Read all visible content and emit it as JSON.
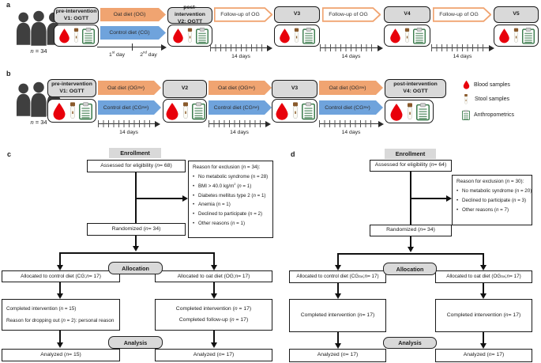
{
  "colors": {
    "oat_arrow": "#f0a471",
    "control_arrow": "#6fa3dc",
    "followup_border": "#f0a471",
    "box_gray": "#d9d9d9",
    "blood_red": "#e8000b",
    "person_gray": "#3f3f3f",
    "cap_brown": "#8a5a2b",
    "clipboard_green": "#3e7d4f"
  },
  "legend": {
    "items": [
      {
        "icon": "blood-drop-icon",
        "label": "Blood samples"
      },
      {
        "icon": "stool-tube-icon",
        "label": "Stool samples"
      },
      {
        "icon": "clipboard-icon",
        "label": "Anthropometrics"
      }
    ]
  },
  "panel_a": {
    "label": "a",
    "n_text": "n = 34",
    "pre_line1": "pre-intervention",
    "pre_line2": "V1: OGTT",
    "oat_diet": "Oat diet (OG)",
    "control_diet": "Control diet (CG)",
    "post_line1": "post-intervention",
    "post_line2": "V2: OGTT",
    "followup": "Follow-up of OG",
    "v3": "V3",
    "v4": "V4",
    "v5": "V5",
    "day1": "1^st day",
    "day2": "2^nd day",
    "days14": "14 days"
  },
  "panel_b": {
    "label": "b",
    "n_text": "n = 34",
    "pre_line1": "pre-intervention",
    "pre_line2": "V1: OGTT",
    "oat_diet": "Oat diet (OG^Sw)",
    "control_diet": "Control diet (CG^Sw)",
    "v2": "V2",
    "v3": "V3",
    "post_line1": "post-intervention",
    "post_line2": "V4: OGTT",
    "days14": "14 days"
  },
  "panel_c": {
    "label": "c",
    "enrollment": "Enrollment",
    "assessed": "Assessed for eligibility (n = 68)",
    "exclusion_title": "Reason for exclusion (n = 34):",
    "exclusion_items": [
      "No metabolic syndrome (n = 28)",
      "BMI > 40.0 kg/m^2 (n = 1)",
      "Diabetes mellitus type 2 (n = 1)",
      "Anemia (n = 1)",
      "Declined to participate (n = 2)",
      "Other reasons (n = 1)"
    ],
    "randomized": "Randomized (n = 34)",
    "allocation": "Allocation",
    "alloc_left": "Allocated to control diet (CG; n = 17)",
    "alloc_right": "Allocated to oat diet (OG; n = 17)",
    "left_lines": [
      "Completed intervention (n = 15)",
      "Reason for dropping out (n = 2): personal reason"
    ],
    "right_lines": [
      "Completed intervention (n = 17)",
      "Completed follow-up (n = 17)"
    ],
    "analysis": "Analysis",
    "analyzed_left": "Analyzed (n = 15)",
    "analyzed_right": "Analyzed (n = 17)"
  },
  "panel_d": {
    "label": "d",
    "enrollment": "Enrollment",
    "assessed": "Assessed for eligibility (n = 64)",
    "exclusion_title": "Reason for exclusion (n = 30):",
    "exclusion_items": [
      "No metabolic syndrome (n = 20)",
      "Declined to participate (n = 3)",
      "Other reasons (n = 7)"
    ],
    "randomized": "Randomized (n = 34)",
    "allocation": "Allocation",
    "alloc_left": "Allocated to control diet (CG^Sw; n = 17)",
    "alloc_right": "Allocated to oat diet (OG^Sw; n = 17)",
    "left_lines": [
      "Completed intervention (n = 17)"
    ],
    "right_lines": [
      "Completed intervention (n = 17)"
    ],
    "analysis": "Analysis",
    "analyzed_left": "Analyzed (n = 17)",
    "analyzed_right": "Analyzed (n = 17)"
  }
}
